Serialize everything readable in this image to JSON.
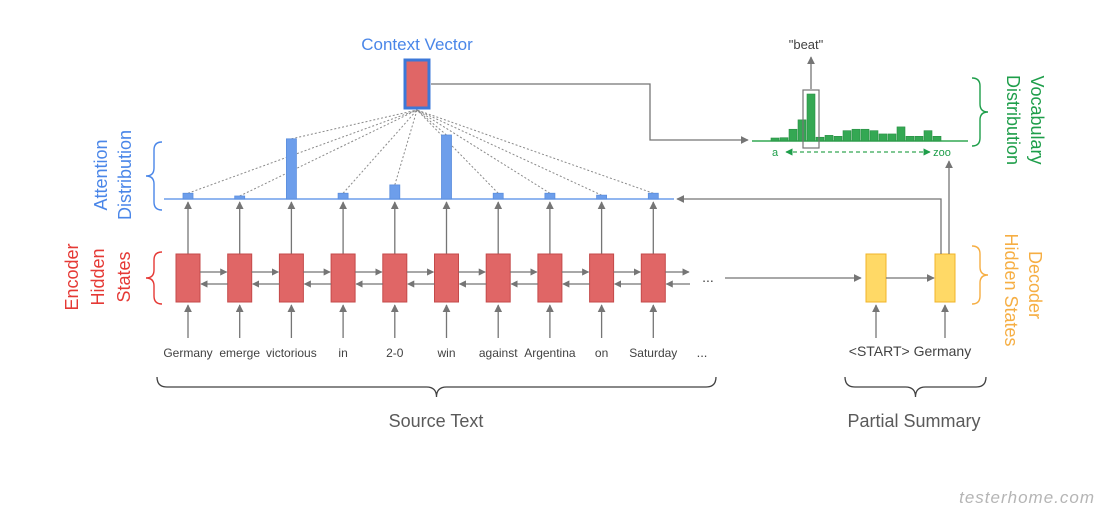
{
  "context_vector_label": "Context Vector",
  "attention_label": [
    "Attention",
    "Distribution"
  ],
  "encoder_label": [
    "Encoder",
    "Hidden",
    "States"
  ],
  "decoder_label": [
    "Decoder",
    "Hidden States"
  ],
  "vocab_label": [
    "Vocabulary",
    "Distribution"
  ],
  "output_word": "\"beat\"",
  "vocab_axis_start": "a",
  "vocab_axis_end": "zoo",
  "source_words": [
    "Germany",
    "emerge",
    "victorious",
    "in",
    "2-0",
    "win",
    "against",
    "Argentina",
    "on",
    "Saturday"
  ],
  "source_ellipsis": "...",
  "encoder_ellipsis": "...",
  "summary_words": [
    "<START>",
    "Germany"
  ],
  "source_text_label": "Source Text",
  "partial_summary_label": "Partial Summary",
  "watermark": "testerhome.com",
  "attention_weights": [
    0.09,
    0.03,
    0.94,
    0.09,
    0.22,
    1.0,
    0.09,
    0.09,
    0.06,
    0.09
  ],
  "vocab_distribution": [
    0.05,
    0.07,
    0.25,
    0.45,
    1.0,
    0.08,
    0.12,
    0.1,
    0.22,
    0.25,
    0.25,
    0.22,
    0.15,
    0.15,
    0.3,
    0.1,
    0.1,
    0.22,
    0.1
  ],
  "vocab_selected_index": 4,
  "colors": {
    "encoder": "#e06666",
    "encoder_stroke": "#c44a4a",
    "decoder": "#ffd966",
    "decoder_stroke": "#f0b429",
    "attention": "#6d9eeb",
    "context_border": "#3c78d8",
    "vocab": "#34a853",
    "arrow": "#757575",
    "encoder_text": "#e53935",
    "attention_text": "#4a86e8",
    "decoder_text": "#f6ae43",
    "vocab_text": "#1e9e4a",
    "text": "#424242"
  }
}
